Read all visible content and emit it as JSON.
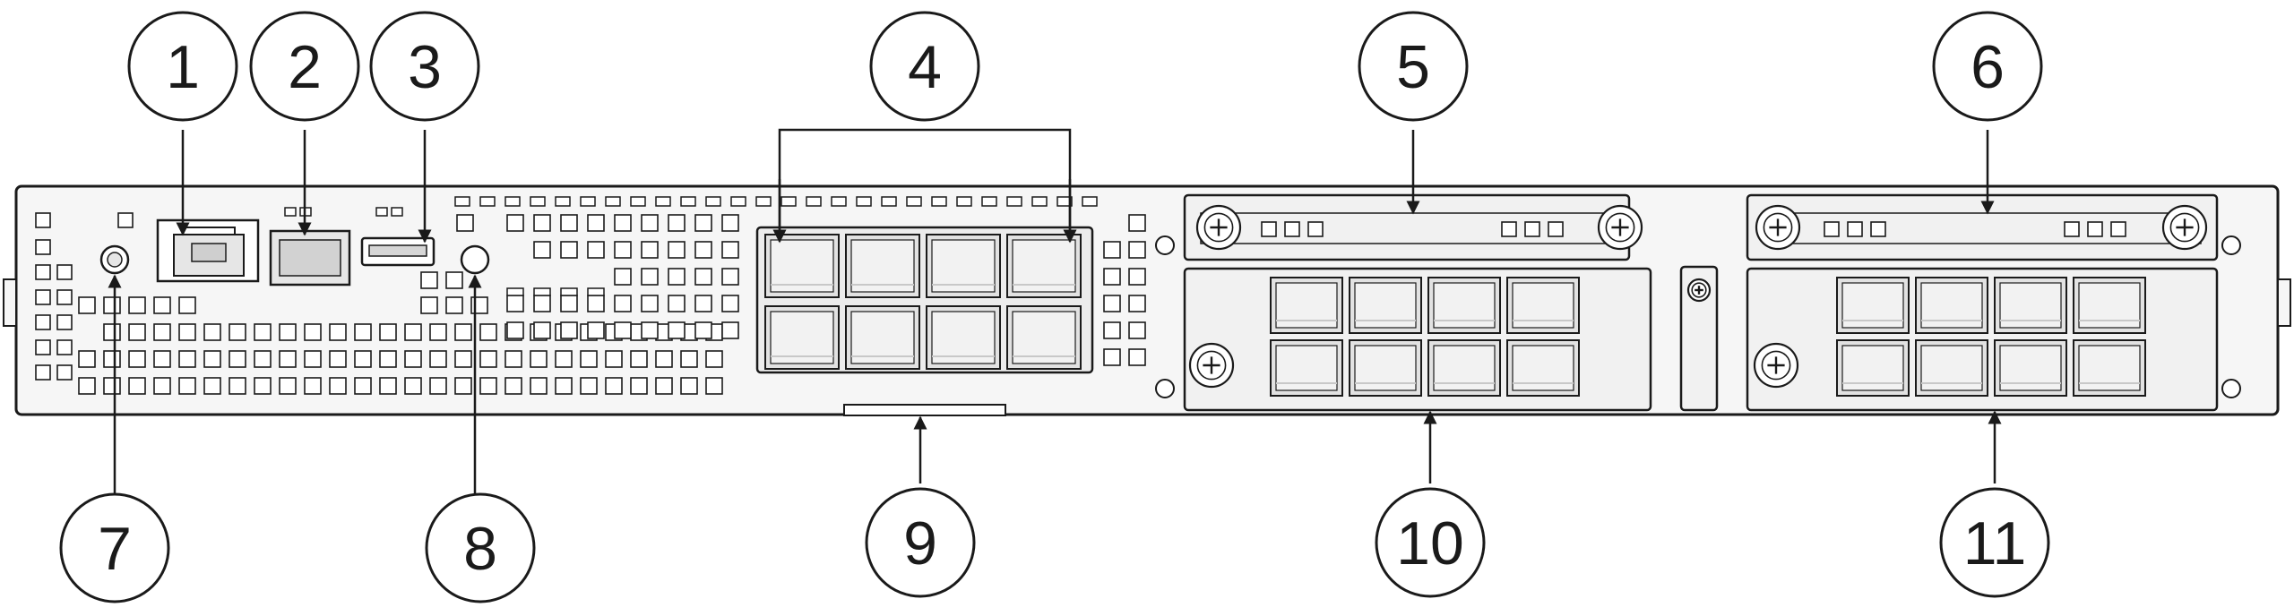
{
  "callouts": {
    "c1": "1",
    "c2": "2",
    "c3": "3",
    "c4": "4",
    "c5": "5",
    "c6": "6",
    "c7": "7",
    "c8": "8",
    "c9": "9",
    "c10": "10",
    "c11": "11"
  },
  "colors": {
    "stroke": "#1a1a1a",
    "chassis_fill": "#f4f4f4",
    "port_fill": "#e2e2e2",
    "port_shade": "#c8c8c8",
    "background": "#ffffff"
  },
  "icons": {
    "screw": "phillips-screw-icon",
    "rj45": "rj45-port-icon",
    "sfp": "sfp-port-icon",
    "usb": "usb-port-icon",
    "led": "status-led-icon",
    "reset": "reset-button-icon"
  }
}
